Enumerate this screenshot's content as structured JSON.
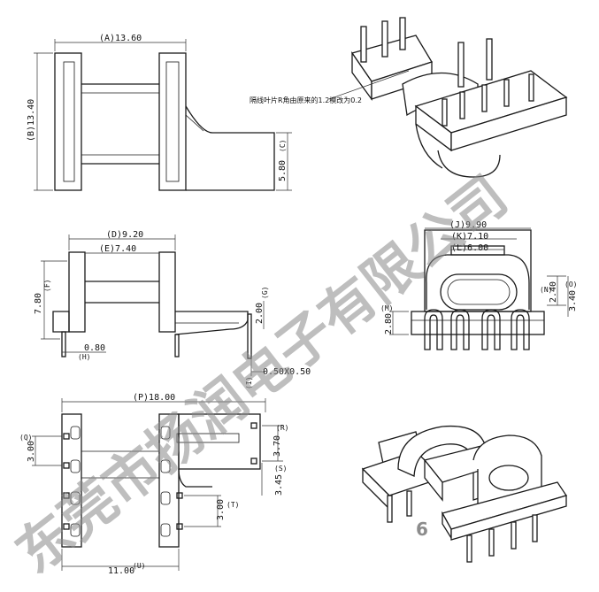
{
  "top_view": {
    "dim_a": "(A)13.60",
    "dim_b": "(B)13.40",
    "dim_c": "5.80",
    "dim_c_label": "(C)",
    "note": "隔线叶片R角由原来的1.2模改为0.2"
  },
  "side_view": {
    "dim_d": "(D)9.20",
    "dim_e": "(E)7.40",
    "dim_f": "7.80",
    "dim_f_label": "(F)",
    "dim_g": "2.00",
    "dim_g_label": "(G)",
    "dim_h": "0.80",
    "dim_h_label": "(H)",
    "dim_i": "0.50X0.50",
    "dim_i_label": "(I)"
  },
  "front_view": {
    "dim_j": "(J)9.90",
    "dim_k": "(K)7.10",
    "dim_l": "(L)6.00",
    "dim_m": "2.80",
    "dim_m_label": "(M)",
    "dim_n": "2.40",
    "dim_n_label": "(N)",
    "dim_o": "3.40",
    "dim_o_label": "(O)"
  },
  "bottom_view": {
    "dim_p": "(P)18.00",
    "dim_q": "3.00",
    "dim_q_label": "(Q)",
    "dim_r": "3.70",
    "dim_r_label": "(R)",
    "dim_s": "3.45",
    "dim_s_label": "(S)",
    "dim_t": "3.00",
    "dim_t_label": "(T)",
    "dim_u": "11.00",
    "dim_u_label": "(U)"
  },
  "watermark": "东莞市扬润电子有限公司",
  "page_number": "6"
}
